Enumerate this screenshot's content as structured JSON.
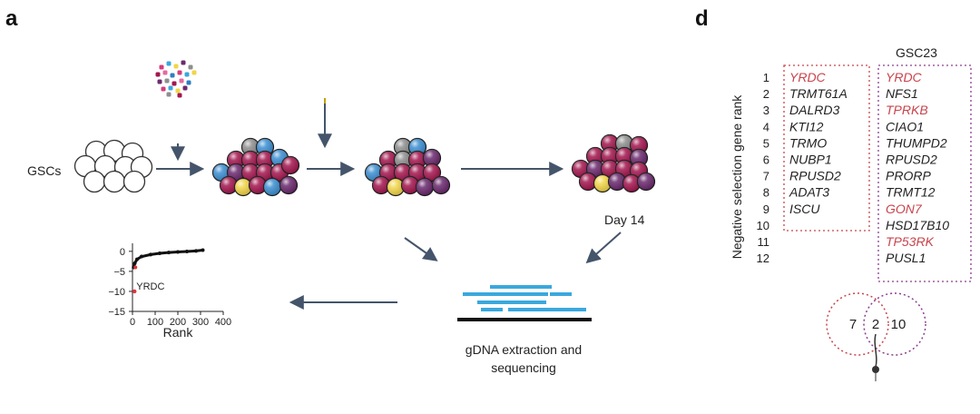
{
  "panel_a": {
    "label": "a",
    "gscs_label": "GSCs",
    "day_label": "Day 14",
    "sequencing_label_line1": "gDNA extraction and",
    "sequencing_label_line2": "sequencing"
  },
  "mini_chart": {
    "xlabel": "Rank",
    "annotation": "YRDC",
    "yticks": [
      "0",
      "−5",
      "−10",
      "−15"
    ],
    "xticks": [
      "0",
      "100",
      "200",
      "300",
      "400"
    ]
  },
  "chart_data": {
    "type": "scatter",
    "title": "",
    "xlabel": "Rank",
    "ylabel": "",
    "xlim": [
      0,
      400
    ],
    "ylim": [
      -15,
      2
    ],
    "x": [
      1,
      5,
      10,
      20,
      40,
      80,
      120,
      160,
      200,
      240,
      280,
      310
    ],
    "y": [
      -10,
      -4,
      -3,
      -2,
      -1.3,
      -0.8,
      -0.5,
      -0.3,
      -0.15,
      -0.05,
      0.1,
      0.3
    ],
    "highlight": {
      "label": "YRDC",
      "x": 1,
      "y": -10,
      "color": "#e0353c"
    }
  },
  "panel_d": {
    "label": "d",
    "column_header": "GSC23",
    "axis_label": "Negative selection gene rank",
    "ranks": [
      "1",
      "2",
      "3",
      "4",
      "5",
      "6",
      "7",
      "8",
      "9",
      "10",
      "11",
      "12"
    ],
    "left_genes": [
      {
        "name": "YRDC",
        "hit": true
      },
      {
        "name": "TRMT61A",
        "hit": false
      },
      {
        "name": "DALRD3",
        "hit": false
      },
      {
        "name": "KTI12",
        "hit": false
      },
      {
        "name": "TRMO",
        "hit": false
      },
      {
        "name": "NUBP1",
        "hit": false
      },
      {
        "name": "RPUSD2",
        "hit": false
      },
      {
        "name": "ADAT3",
        "hit": false
      },
      {
        "name": "ISCU",
        "hit": false
      }
    ],
    "right_genes": [
      {
        "name": "YRDC",
        "hit": true
      },
      {
        "name": "NFS1",
        "hit": false
      },
      {
        "name": "TPRKB",
        "hit": true
      },
      {
        "name": "CIAO1",
        "hit": false
      },
      {
        "name": "THUMPD2",
        "hit": false
      },
      {
        "name": "RPUSD2",
        "hit": false
      },
      {
        "name": "PRORP",
        "hit": false
      },
      {
        "name": "TRMT12",
        "hit": false
      },
      {
        "name": "GON7",
        "hit": true
      },
      {
        "name": "HSD17B10",
        "hit": false
      },
      {
        "name": "TP53RK",
        "hit": true
      },
      {
        "name": "PUSL1",
        "hit": false
      }
    ],
    "venn": {
      "left_only": "7",
      "overlap": "2",
      "right_only": "10"
    }
  },
  "colors": {
    "arrow": "#44546a",
    "hit_red": "#c8444c",
    "box_red": "#c8444c",
    "box_purple": "#8a3d8f",
    "read_blue": "#3aa8de",
    "cell_magenta": "#a3174f",
    "cell_purple": "#6b2a6e",
    "cell_blue": "#3d8fd1",
    "cell_yellow": "#f1d54a",
    "cell_gray": "#8e8e8e"
  }
}
